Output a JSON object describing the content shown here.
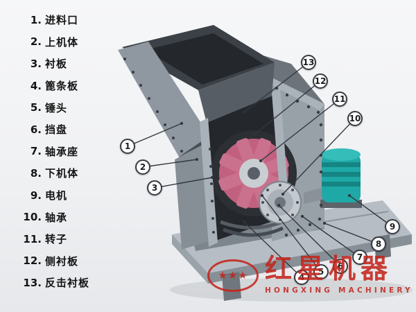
{
  "parts_list": [
    {
      "num": "1.",
      "label": "进料口"
    },
    {
      "num": "2.",
      "label": "上机体"
    },
    {
      "num": "3.",
      "label": "衬板"
    },
    {
      "num": "4.",
      "label": "篦条板"
    },
    {
      "num": "5.",
      "label": "锤头"
    },
    {
      "num": "6.",
      "label": "挡盘"
    },
    {
      "num": "7.",
      "label": "轴承座"
    },
    {
      "num": "8.",
      "label": "下机体"
    },
    {
      "num": "9.",
      "label": "电机"
    },
    {
      "num": "10.",
      "label": "轴承"
    },
    {
      "num": "11.",
      "label": "转子"
    },
    {
      "num": "12.",
      "label": "侧衬板"
    },
    {
      "num": "13.",
      "label": "反击衬板"
    }
  ],
  "callouts": {
    "c1": "1",
    "c2": "2",
    "c3": "3",
    "c4": "4",
    "c5": "5",
    "c6": "6",
    "c7": "7",
    "c8": "8",
    "c9": "9",
    "c10": "10",
    "c11": "11",
    "c12": "12",
    "c13": "13"
  },
  "logo": {
    "brand": "红星机器",
    "subtitle": "HONGXING MACHINERY",
    "stars": "★★★"
  },
  "colors": {
    "logo-red": "#c4241b",
    "motor-teal": "#1ea9a6",
    "rotor-pink": "#c2607f",
    "page-bg": "#f0f1f3"
  }
}
